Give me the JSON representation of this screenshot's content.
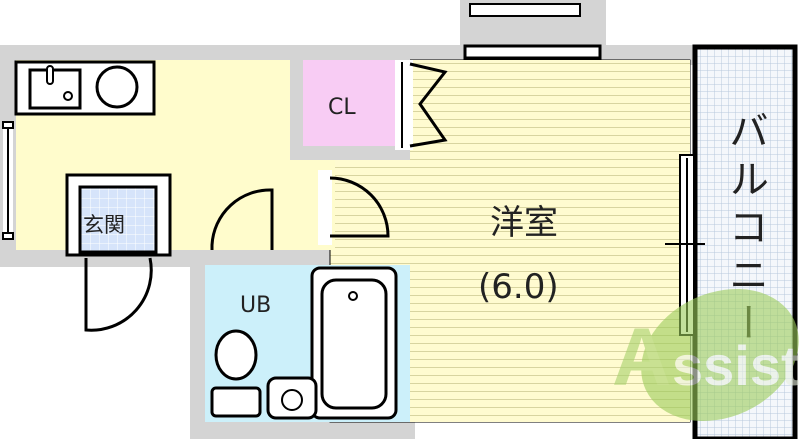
{
  "rooms": {
    "closet": "CL",
    "entrance": "玄関",
    "bath": "UB",
    "western_room": "洋室",
    "western_room_size": "(6.0)",
    "balcony": "バルコニー"
  },
  "watermark": "Assist",
  "colors": {
    "wall": "#d4d4d4",
    "kitchen": "#fffccc",
    "western_room": "#fffbd0",
    "closet": "#f8ccf4",
    "bath": "#ccf0fa",
    "entrance": "#c8d8f4",
    "balcony": "#dde6f0",
    "watermark": "#8cc63f"
  }
}
